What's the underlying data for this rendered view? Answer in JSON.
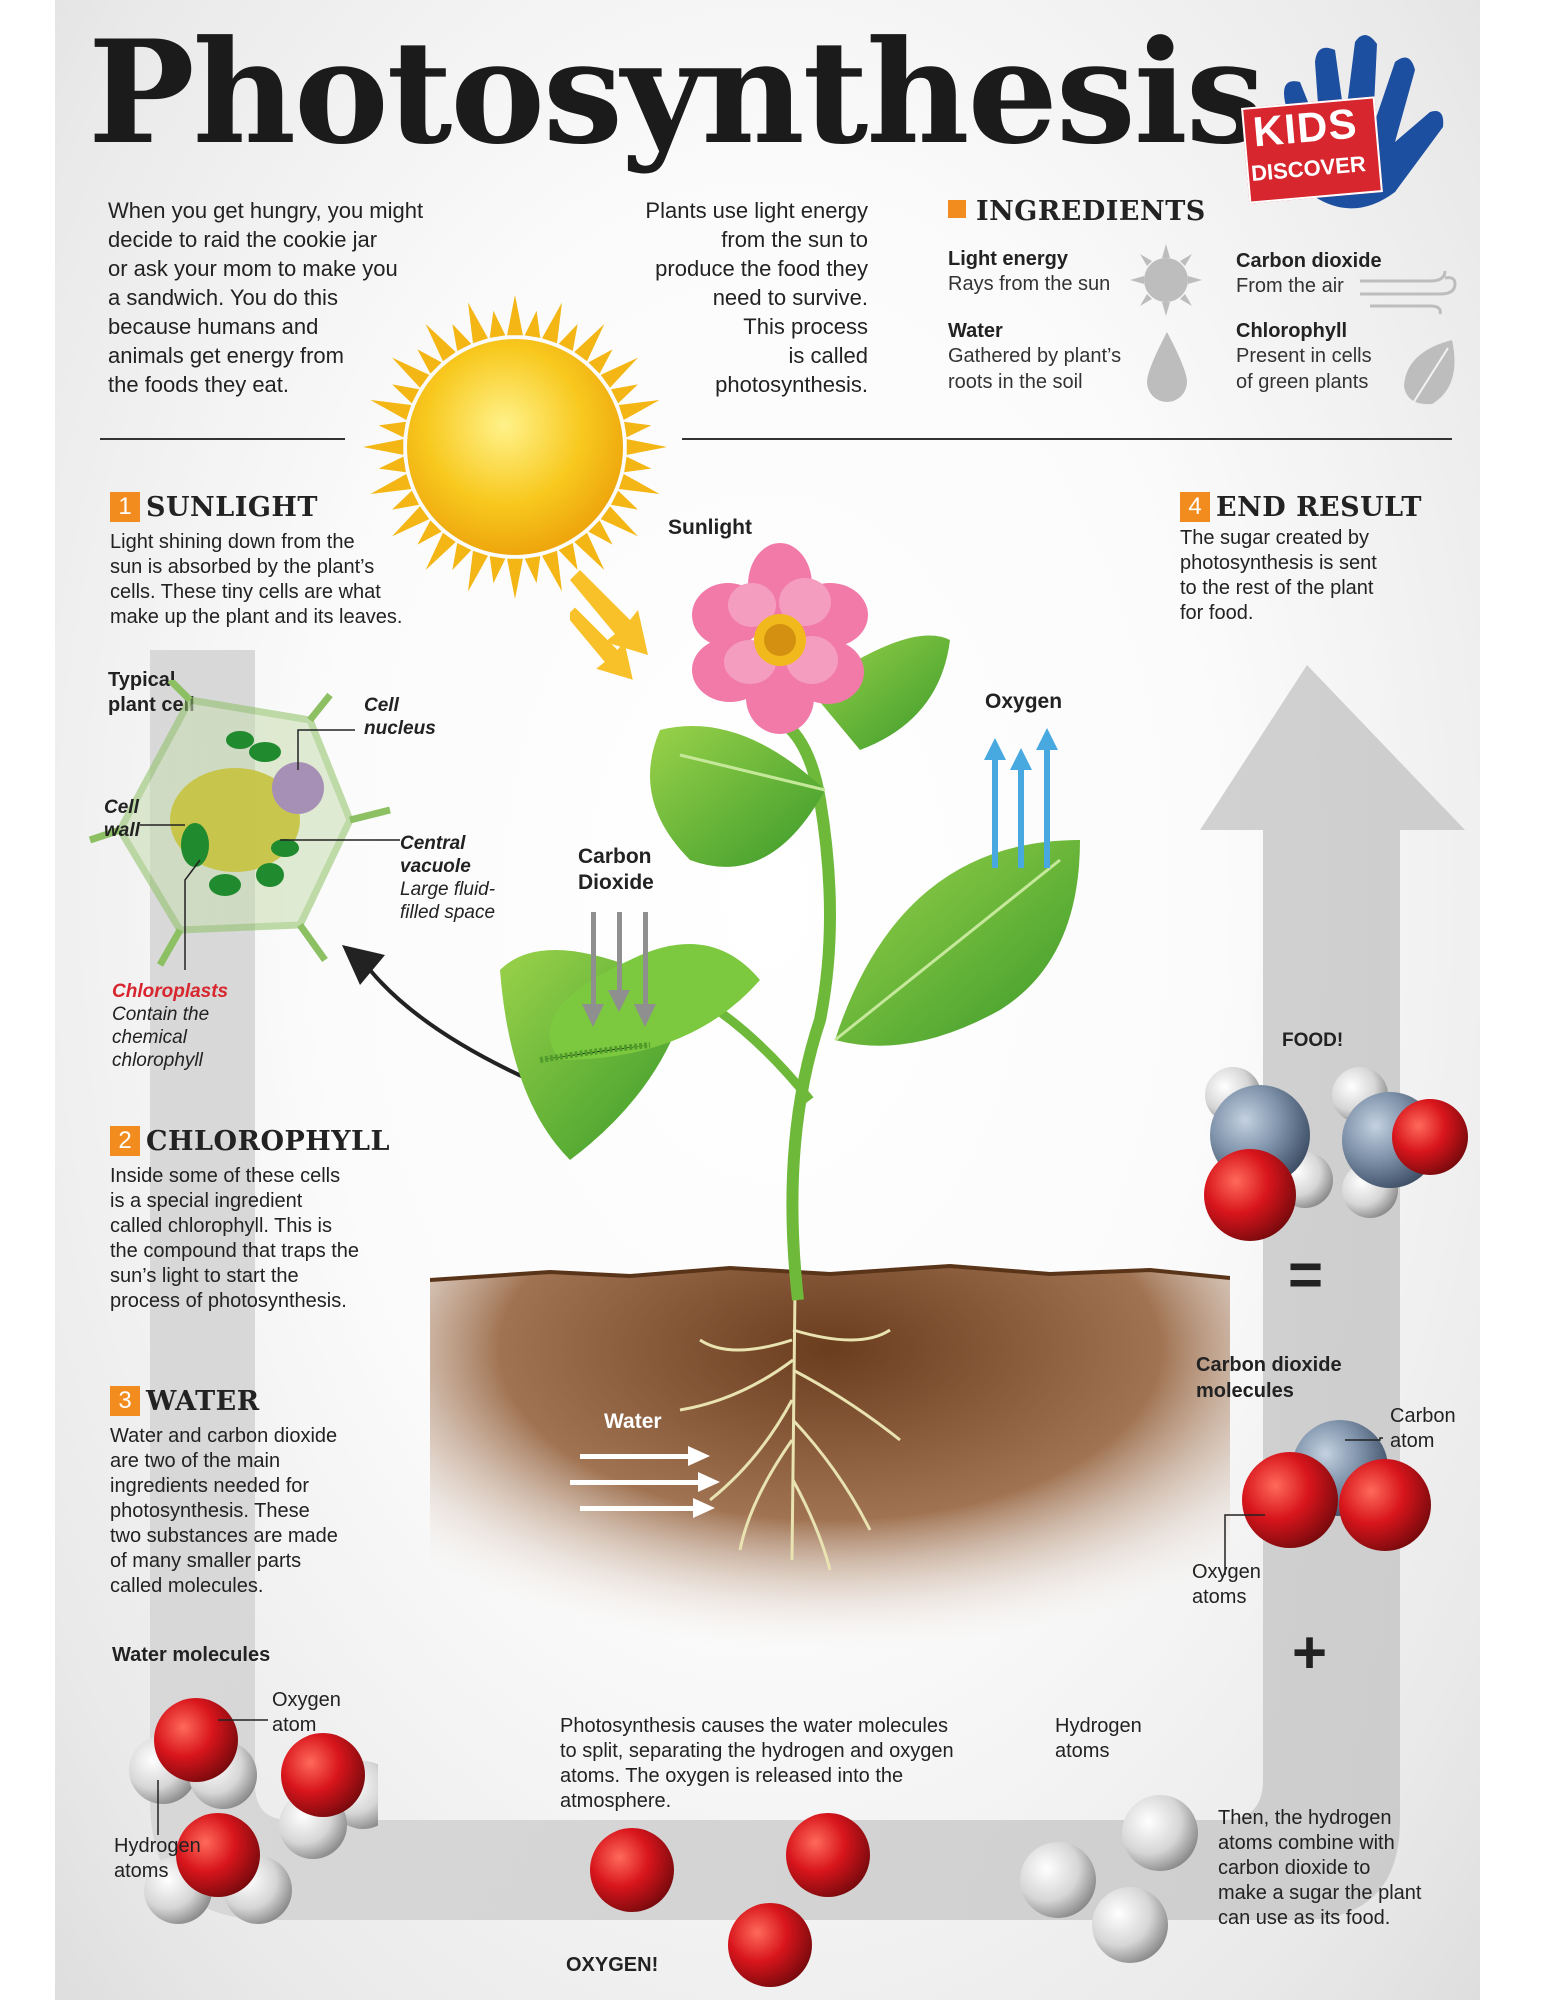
{
  "title": "Photosynthesis",
  "logo": {
    "line1": "KIDS",
    "line2": "DISCOVER"
  },
  "intro_left": [
    "When you get hungry, you might",
    "decide to raid the cookie jar",
    "or ask your mom to make you",
    "a sandwich. You do this",
    "because humans and",
    "animals get energy from",
    "the foods they eat."
  ],
  "intro_right": [
    "Plants use light energy",
    "from the sun to",
    "produce the food they",
    "need to survive.",
    "This process",
    "is called",
    "photosynthesis."
  ],
  "ingredients": {
    "heading": "INGREDIENTS",
    "items": [
      {
        "name": "Light energy",
        "desc": [
          "Rays from the sun"
        ]
      },
      {
        "name": "Water",
        "desc": [
          "Gathered by plant’s",
          "roots in the soil"
        ]
      },
      {
        "name": "Carbon dioxide",
        "desc": [
          "From the air"
        ]
      },
      {
        "name": "Chlorophyll",
        "desc": [
          "Present in cells",
          "of green plants"
        ]
      }
    ]
  },
  "steps": [
    {
      "num": "1",
      "heading": "SUNLIGHT",
      "text": [
        "Light shining down from the",
        "sun is absorbed by the plant’s",
        "cells. These tiny cells are what",
        "make up the plant and its leaves."
      ]
    },
    {
      "num": "2",
      "heading": "CHLOROPHYLL",
      "text": [
        "Inside some of these cells",
        "is a special ingredient",
        "called chlorophyll. This is",
        "the compound that traps the",
        "sun’s light to start the",
        "process of photosynthesis."
      ]
    },
    {
      "num": "3",
      "heading": "WATER",
      "text": [
        "Water and carbon dioxide",
        "are two of the main",
        "ingredients needed for",
        "photosynthesis. These",
        "two substances are made",
        "of many smaller parts",
        "called molecules."
      ]
    },
    {
      "num": "4",
      "heading": "END RESULT",
      "text": [
        "The sugar created by",
        "photosynthesis is sent",
        "to the rest of the plant",
        "for food."
      ]
    }
  ],
  "cell": {
    "title": [
      "Typical",
      "plant cell"
    ],
    "nucleus": [
      "Cell",
      "nucleus"
    ],
    "wall": [
      "Cell",
      "wall"
    ],
    "vacuole": [
      "Central",
      "vacuole"
    ],
    "vacuole_desc": [
      "Large fluid-",
      "filled space"
    ],
    "chloroplasts": "Chloroplasts",
    "chloroplasts_desc": [
      "Contain the",
      "chemical",
      "chlorophyll"
    ]
  },
  "plant_labels": {
    "sunlight": "Sunlight",
    "oxygen": "Oxygen",
    "carbon_dioxide": [
      "Carbon",
      "Dioxide"
    ],
    "water": "Water"
  },
  "molecules": {
    "water_molecules": "Water molecules",
    "oxygen_atom": [
      "Oxygen",
      "atom"
    ],
    "hydrogen_atoms": [
      "Hydrogen",
      "atoms"
    ],
    "split_text": [
      "Photosynthesis causes the water molecules",
      "to split, separating the hydrogen and oxygen",
      "atoms. The oxygen is released into the",
      "atmosphere."
    ],
    "hydrogen_atoms_mid": [
      "Hydrogen",
      "atoms"
    ],
    "combine_text": [
      "Then, the hydrogen",
      "atoms combine with",
      "carbon dioxide to",
      "make a sugar the plant",
      "can use as its food."
    ],
    "oxygen_release": "OXYGEN!",
    "co2_molecules": [
      "Carbon dioxide",
      "molecules"
    ],
    "carbon_atom": [
      "Carbon",
      "atom"
    ],
    "oxygen_atoms": [
      "Oxygen",
      "atoms"
    ],
    "plus": "+",
    "equals": "=",
    "food": "FOOD!"
  },
  "colors": {
    "accent": "#f28c1f",
    "logo_red": "#d8262e",
    "logo_blue": "#1d4fa0",
    "oxygen_red": "#d8151c",
    "carbon_gray": "#7f93ab",
    "hydrogen_white": "#e6e6e6",
    "arrow_gray": "#cfcfcf",
    "oxygen_arrow": "#47a9e0",
    "sun_yellow": "#f6b812"
  }
}
